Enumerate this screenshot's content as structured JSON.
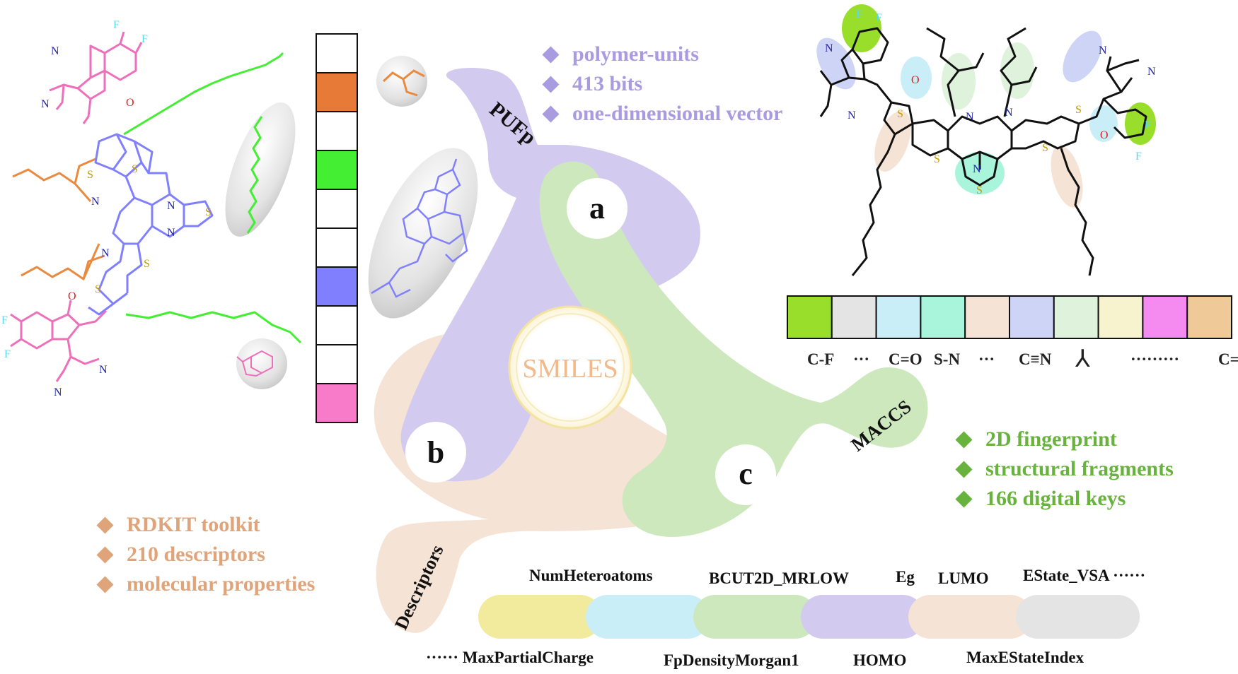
{
  "center": {
    "label": "SMILES"
  },
  "petals": {
    "a": "a",
    "b": "b",
    "c": "c",
    "pufp": "PUFp",
    "maccs": "MACCS",
    "descriptors": "Descriptors"
  },
  "pufp_info": [
    "polymer-units",
    "413 bits",
    "one-dimensional vector"
  ],
  "maccs_info": [
    "2D fingerprint",
    "structural fragments",
    "166 digital keys"
  ],
  "descriptor_info": [
    "RDKIT toolkit",
    "210 descriptors",
    "molecular properties"
  ],
  "bit_vector_colors": [
    "#ffffff",
    "#e87a38",
    "#ffffff",
    "#44ee33",
    "#ffffff",
    "#ffffff",
    "#8080ff",
    "#ffffff",
    "#ffffff",
    "#f77bc8"
  ],
  "maccs_key_colors": [
    "#9ade2c",
    "#e4e4e4",
    "#c9eef8",
    "#a8f5dc",
    "#f5e3d6",
    "#cdd4f6",
    "#dff2dc",
    "#f7f3cf",
    "#f58af0",
    "#f0c998"
  ],
  "maccs_key_labels": [
    "C-F",
    "···",
    "C=O",
    "S-N",
    "···",
    "C≡N",
    "⅄",
    "·········",
    "C=C"
  ],
  "descriptor_colors": [
    "#f2eb9e",
    "#c9eef8",
    "#cde8bd",
    "#d3cbef",
    "#f5e3d6",
    "#e4e4e4"
  ],
  "descriptor_top": [
    "NumHeteroatoms",
    "BCUT2D_MRLOW",
    "Eg",
    "LUMO",
    "EState_VSA ······"
  ],
  "descriptor_bottom": [
    "······ MaxPartialCharge",
    "FpDensityMorgan1",
    "HOMO",
    "MaxEStateIndex"
  ],
  "atoms": {
    "F": "F",
    "N": "N",
    "O": "O",
    "S": "S"
  }
}
